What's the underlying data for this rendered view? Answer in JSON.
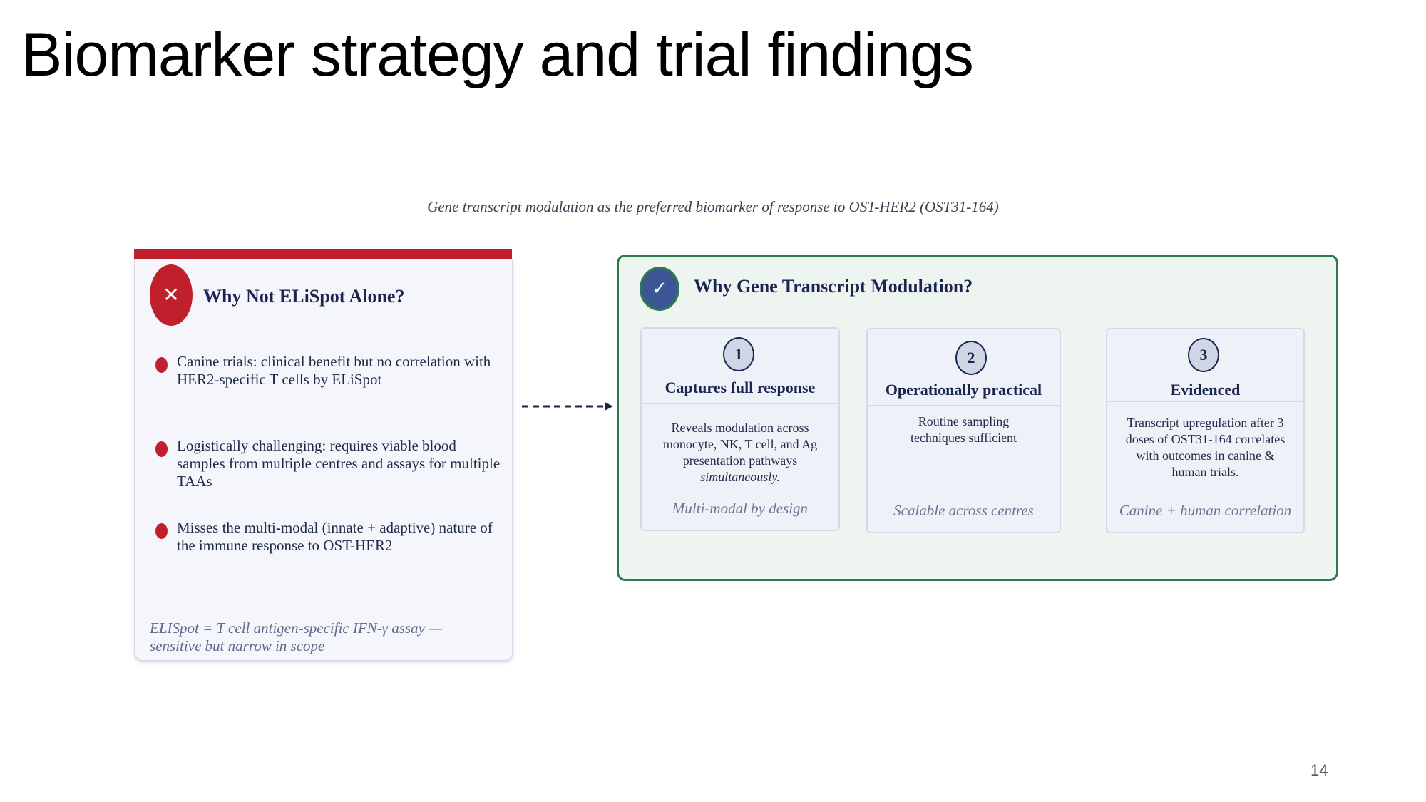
{
  "slide": {
    "title": "Biomarker strategy and trial findings",
    "subtitle": "Gene transcript modulation as the preferred biomarker of response to OST-HER2 (OST31-164)",
    "page_number": "14"
  },
  "left_panel": {
    "icon": "x-icon",
    "icon_glyph": "✕",
    "heading": "Why Not ELiSpot Alone?",
    "bullets": [
      "Canine trials: clinical benefit but no correlation with HER2-specific T cells by ELiSpot",
      "Logistically challenging: requires viable blood samples from multiple centres and assays for multiple TAAs",
      "Misses the multi-modal (innate + adaptive) nature of the immune response to OST-HER2"
    ],
    "footnote": "ELISpot = T cell antigen-specific IFN-γ assay — sensitive but narrow in scope"
  },
  "right_panel": {
    "icon": "check-icon",
    "icon_glyph": "✓",
    "heading": "Why Gene Transcript Modulation?",
    "cards": [
      {
        "number": "1",
        "title": "Captures full response",
        "body": "Reveals modulation across monocyte, NK, T cell, and Ag presentation pathways",
        "body_emphasis": "simultaneously.",
        "tag": "Multi-modal by design"
      },
      {
        "number": "2",
        "title": "Operationally practical",
        "body": "Routine sampling techniques sufficient",
        "tag": "Scalable across centres"
      },
      {
        "number": "3",
        "title": "Evidenced",
        "body": "Transcript upregulation after 3 doses of OST31-164 correlates with outcomes in canine & human trials.",
        "tag": "Canine + human correlation"
      }
    ]
  },
  "colors": {
    "accent_red": "#c0202c",
    "accent_green": "#2e7a4f",
    "navy": "#1a2550",
    "check_blue": "#3c5594"
  }
}
